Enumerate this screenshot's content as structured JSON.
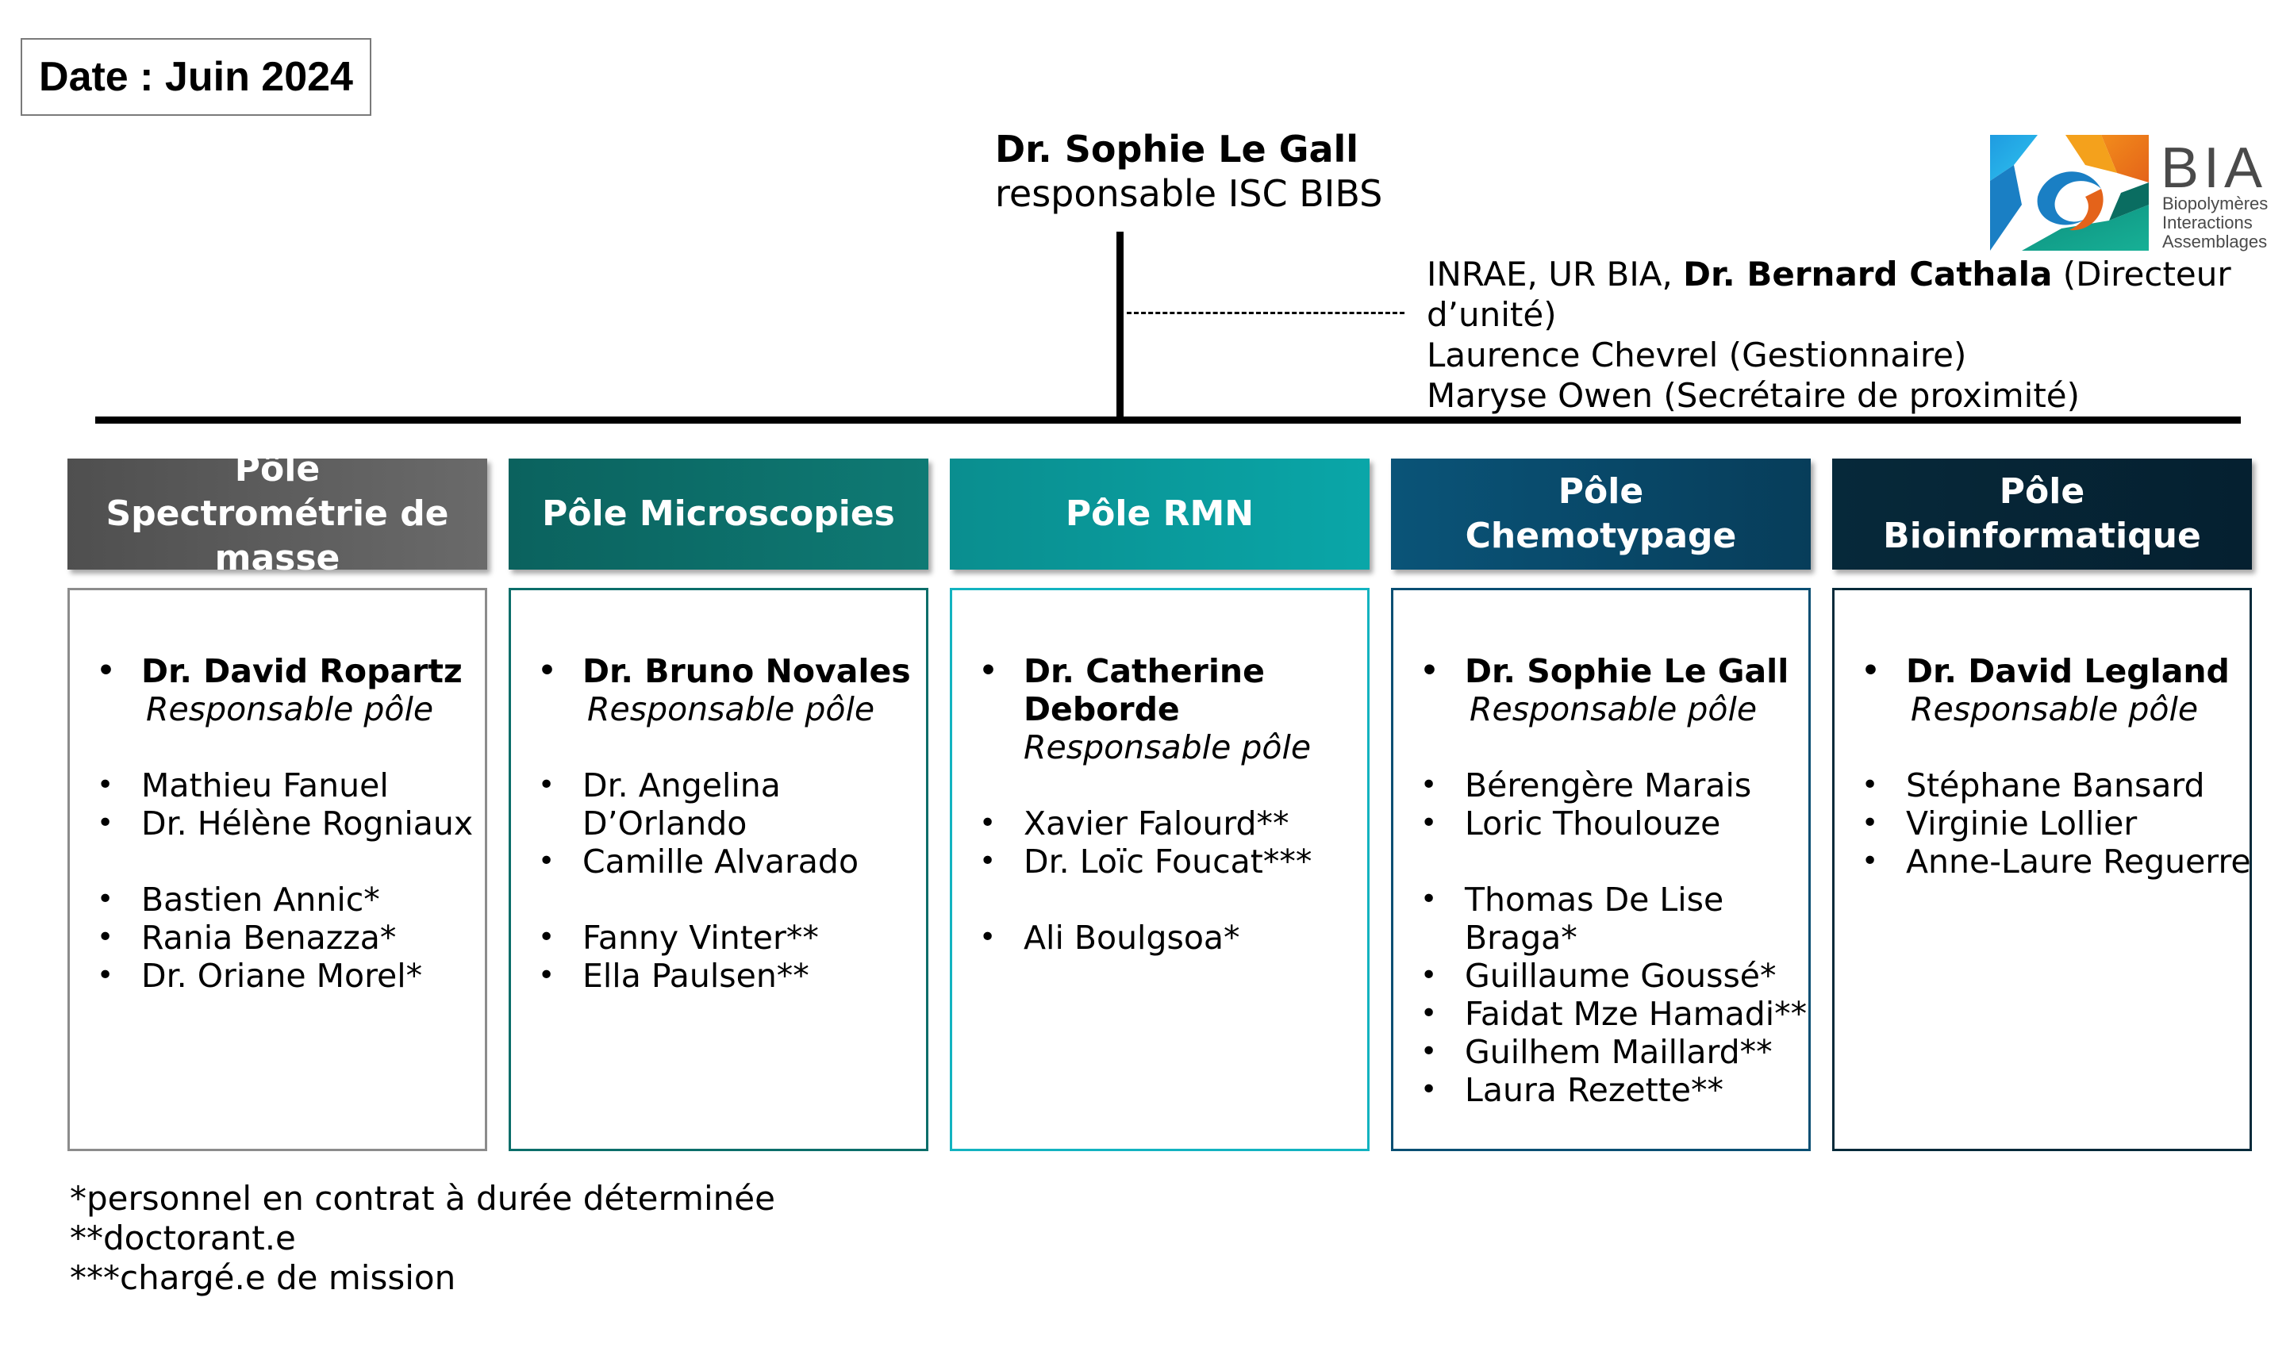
{
  "date_label": "Date : Juin 2024",
  "head": {
    "name": "Dr. Sophie Le Gall",
    "role": "responsable ISC BIBS"
  },
  "unit_info": {
    "line1_prefix": "INRAE, UR BIA, ",
    "line1_name": "Dr. Bernard Cathala",
    "line1_suffix": " (Directeur d’unité)",
    "line2": "Laurence Chevrel (Gestionnaire)",
    "line3": "Maryse Owen (Secrétaire de proximité)"
  },
  "logo": {
    "text": "BIA",
    "line1": "Biopolymères",
    "line2": "Interactions",
    "line3": "Assemblages"
  },
  "colors": {
    "pole_spectro": "#555555",
    "pole_micro": "#0b6e6a",
    "pole_rmn": "#0a9a9c",
    "pole_chemo": "#0a4f73",
    "pole_bioinfo": "#062a3a"
  },
  "poles": {
    "spectro": {
      "title": "Pôle Spectrométrie de masse",
      "lead": "Dr. David Ropartz",
      "role": "Responsable pôle",
      "m1": "Mathieu Fanuel",
      "m2": "Dr. Hélène Rogniaux",
      "m3": "Bastien Annic*",
      "m4": "Rania Benazza*",
      "m5": "Dr. Oriane Morel*"
    },
    "micro": {
      "title": "Pôle Microscopies",
      "lead": "Dr. Bruno Novales",
      "role": "Responsable pôle",
      "m1a": "Dr. Angelina",
      "m1b": "D’Orlando",
      "m2": "Camille Alvarado",
      "m3": "Fanny Vinter**",
      "m4": "Ella Paulsen**"
    },
    "rmn": {
      "title": "Pôle RMN",
      "lead_a": "Dr. Catherine",
      "lead_b": "Deborde",
      "role": "Responsable pôle",
      "m1": "Xavier Falourd**",
      "m2": "Dr. Loïc Foucat***",
      "m3": "Ali Boulgsoa*"
    },
    "chemo": {
      "title": "Pôle Chemotypage",
      "lead": "Dr. Sophie Le Gall",
      "role": "Responsable pôle",
      "m1": "Bérengère Marais",
      "m2": "Loric Thoulouze",
      "m3a": "Thomas De Lise",
      "m3b": "Braga*",
      "m4": "Guillaume Goussé*",
      "m5": "Faidat Mze Hamadi**",
      "m6": "Guilhem Maillard**",
      "m7": "Laura Rezette**"
    },
    "bioinfo": {
      "title": "Pôle Bioinformatique",
      "lead": "Dr. David Legland",
      "role": "Responsable pôle",
      "m1": "Stéphane Bansard",
      "m2": "Virginie Lollier",
      "m3": "Anne-Laure Reguerre"
    }
  },
  "footnotes": {
    "f1": "*personnel en contrat à durée déterminée",
    "f2": "**doctorant.e",
    "f3": "***chargé.e de mission"
  }
}
